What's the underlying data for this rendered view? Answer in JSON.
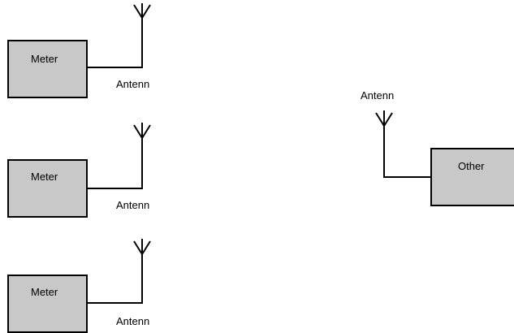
{
  "diagram": {
    "meter_units": [
      {
        "box_label": "Meter",
        "antenna_label": "Antenn"
      },
      {
        "box_label": "Meter",
        "antenna_label": "Antenn"
      },
      {
        "box_label": "Meter",
        "antenna_label": "Antenn"
      }
    ],
    "other_unit": {
      "box_label": "Other",
      "antenna_label": "Antenn"
    },
    "colors": {
      "box_fill": "#c8c8c8",
      "stroke": "#000000",
      "background": "#ffffff"
    }
  }
}
